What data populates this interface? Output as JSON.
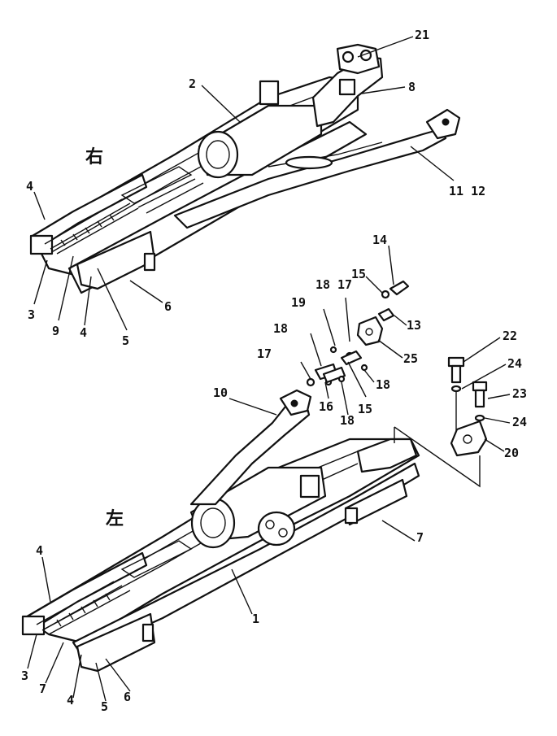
{
  "diagram": {
    "side_labels": {
      "right": "右",
      "left": "左"
    },
    "callouts": [
      {
        "id": "c21",
        "text": "21"
      },
      {
        "id": "c2",
        "text": "2"
      },
      {
        "id": "c8",
        "text": "8"
      },
      {
        "id": "c11-12",
        "text": "11 12"
      },
      {
        "id": "c4-top",
        "text": "4"
      },
      {
        "id": "c3-top",
        "text": "3"
      },
      {
        "id": "c9",
        "text": "9"
      },
      {
        "id": "c4-top2",
        "text": "4"
      },
      {
        "id": "c5-top",
        "text": "5"
      },
      {
        "id": "c6-top",
        "text": "6"
      },
      {
        "id": "c14",
        "text": "14"
      },
      {
        "id": "c15a",
        "text": "15"
      },
      {
        "id": "c18a",
        "text": "18"
      },
      {
        "id": "c17a",
        "text": "17"
      },
      {
        "id": "c13",
        "text": "13"
      },
      {
        "id": "c19",
        "text": "19"
      },
      {
        "id": "c25",
        "text": "25"
      },
      {
        "id": "c18b",
        "text": "18"
      },
      {
        "id": "c17b",
        "text": "17"
      },
      {
        "id": "c18c",
        "text": "18"
      },
      {
        "id": "c15b",
        "text": "15"
      },
      {
        "id": "c16a",
        "text": "16"
      },
      {
        "id": "c18d",
        "text": "18"
      },
      {
        "id": "c10",
        "text": "10"
      },
      {
        "id": "c22",
        "text": "22"
      },
      {
        "id": "c24a",
        "text": "24"
      },
      {
        "id": "c23",
        "text": "23"
      },
      {
        "id": "c24b",
        "text": "24"
      },
      {
        "id": "c20",
        "text": "20"
      },
      {
        "id": "c7-right",
        "text": "7"
      },
      {
        "id": "c1",
        "text": "1"
      },
      {
        "id": "c4-bot",
        "text": "4"
      },
      {
        "id": "c3-bot",
        "text": "3"
      },
      {
        "id": "c7-bot",
        "text": "7"
      },
      {
        "id": "c4-bot2",
        "text": "4"
      },
      {
        "id": "c5-bot",
        "text": "5"
      },
      {
        "id": "c6-bot",
        "text": "6"
      }
    ]
  }
}
